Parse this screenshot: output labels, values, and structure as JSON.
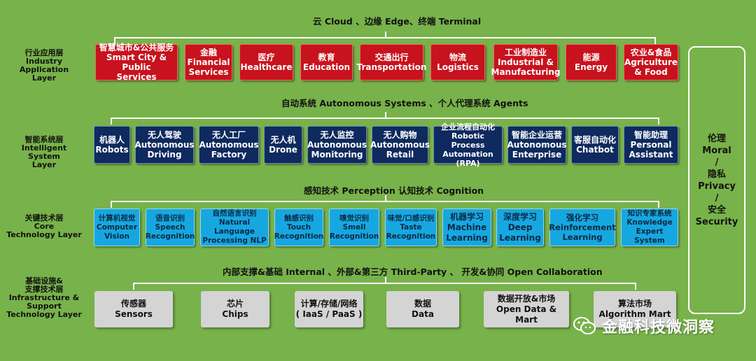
{
  "headers": {
    "application": "云 Cloud 、边缘 Edge、终端 Terminal",
    "intelligent": "自动系统 Autonomous Systems 、个人代理系统 Agents",
    "core": "感知技术 Perception  认知技术 Cognition",
    "infrastructure": "内部支撑&基础 Internal 、外部&第三方 Third-Party 、 开发&协同 Open Collaboration"
  },
  "layers": {
    "application": "行业应用层\nIndustry Application\nLayer",
    "intelligent": "智能系统层\nIntelligent System\nLayer",
    "core": "关键技术层\nCore\nTechnology Layer",
    "infrastructure": "基础设施&\n支撑技术层\nInfrastructure &\nSupport\nTechnology Layer"
  },
  "application_boxes": [
    "智慧城市&公共服务\nSmart City & Public\nServices",
    "金融\nFinancial\nServices",
    "医疗\nHealthcare",
    "教育\nEducation",
    "交通出行\nTransportation",
    "物流\nLogistics",
    "工业制造业\nIndustrial &\nManufacturing",
    "能源\nEnergy",
    "农业&食品\nAgriculture\n& Food"
  ],
  "intelligent_boxes": [
    "机器人\nRobots",
    "无人驾驶\nAutonomous\nDriving",
    "无人工厂\nAutonomous\nFactory",
    "无人机\nDrone",
    "无人监控\nAutonomous\nMonitoring",
    "无人购物\nAutonomous\nRetail",
    "企业流程自动化\nRobotic Process\nAutomation (RPA)",
    "智能企业运营\nAutonomous\nEnterprise",
    "客服自动化\nChatbot",
    "智能助理\nPersonal\nAssistant"
  ],
  "core_boxes": [
    "计算机视觉\nComputer\nVision",
    "语音识别\nSpeech\nRecognition",
    "自然语言识别\nNatural Language\nProcessing NLP",
    "触感识别\nTouch\nRecognition",
    "嗅觉识别\nSmell\nRecognition",
    "味觉/口感识别\nTaste\nRecognition",
    "机器学习\nMachine\nLearning",
    "深度学习\nDeep\nLearning",
    "强化学习\nReinforcement\nLearning",
    "知识专家系统\nKnowledge\nExpert System"
  ],
  "infrastructure_boxes": [
    "传感器\nSensors",
    "芯片\nChips",
    "计算/存储/网络\n( IaaS / PaaS )",
    "数据\nData",
    "数据开放&市场\nOpen Data & Mart",
    "算法市场\nAlgorithm Mart"
  ],
  "side_panel": "伦理\nMoral\n/\n隐私\nPrivacy\n/\n安全\nSecurity",
  "watermark": "金融科技微洞察",
  "colors": {
    "background": "#78b24a",
    "application": "#c8121d",
    "intelligent": "#0e2a5e",
    "core": "#17a7e0",
    "infrastructure": "#d4d4d4"
  }
}
